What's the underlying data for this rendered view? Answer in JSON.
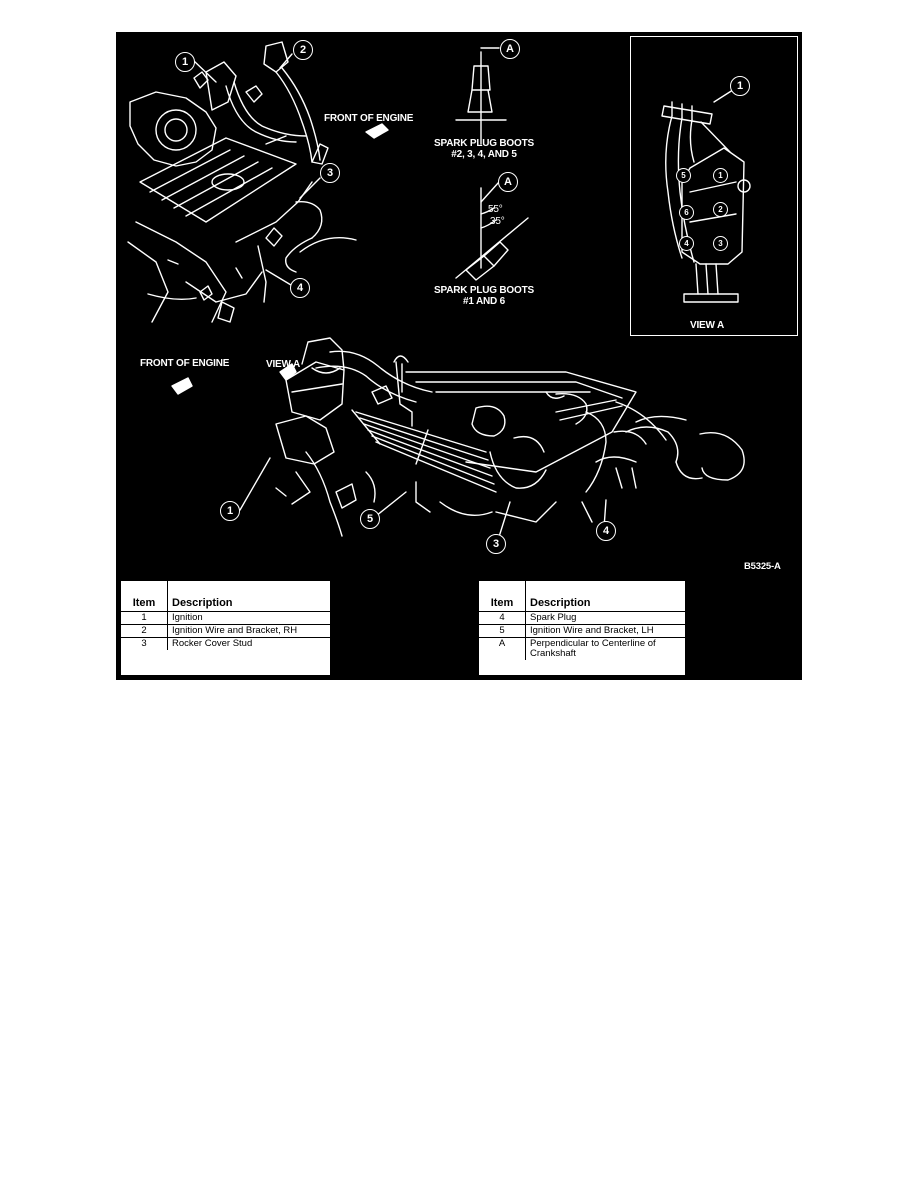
{
  "figure": {
    "code": "B5325-A",
    "labels": {
      "front_of_engine_top": "FRONT OF ENGINE",
      "front_of_engine_bottom": "FRONT OF ENGINE",
      "view_a_pointer": "VIEW A",
      "view_a_caption": "VIEW A",
      "boots_group1_line1": "SPARK PLUG BOOTS",
      "boots_group1_line2": "#2, 3, 4, AND 5",
      "boots_group2_line1": "SPARK PLUG BOOTS",
      "boots_group2_line2": "#1 AND 6",
      "angle_55": "55°",
      "angle_35": "35°"
    },
    "callouts": {
      "top_1": "1",
      "top_2": "2",
      "top_3": "3",
      "top_4": "4",
      "boot_a1": "A",
      "boot_a2": "A",
      "viewa_1": "1",
      "bottom_1": "1",
      "bottom_3": "3",
      "bottom_4": "4",
      "bottom_5": "5"
    },
    "coil_numbers": [
      "5",
      "1",
      "6",
      "2",
      "4",
      "3"
    ]
  },
  "legend_left": {
    "headers": {
      "item": "Item",
      "description": "Description"
    },
    "rows": [
      {
        "item": "1",
        "description": "Ignition"
      },
      {
        "item": "2",
        "description": "Ignition Wire and Bracket, RH"
      },
      {
        "item": "3",
        "description": "Rocker Cover Stud"
      }
    ]
  },
  "legend_right": {
    "headers": {
      "item": "Item",
      "description": "Description"
    },
    "rows": [
      {
        "item": "4",
        "description": "Spark Plug"
      },
      {
        "item": "5",
        "description": "Ignition Wire and Bracket, LH"
      },
      {
        "item": "A",
        "description": "Perpendicular to Centerline of Crankshaft"
      }
    ]
  }
}
